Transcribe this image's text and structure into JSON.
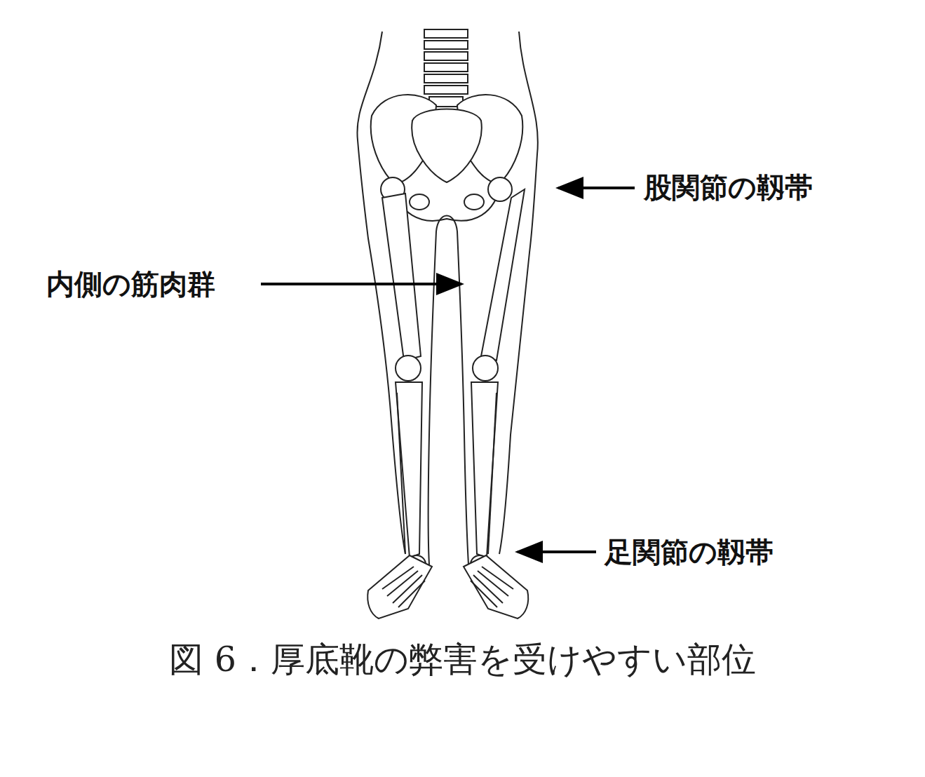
{
  "diagram": {
    "caption": "図 6．厚底靴の弊害を受けやすい部位",
    "labels": [
      "股関節の靱帯",
      "内側の筋肉群",
      "足関節の靱帯"
    ]
  }
}
